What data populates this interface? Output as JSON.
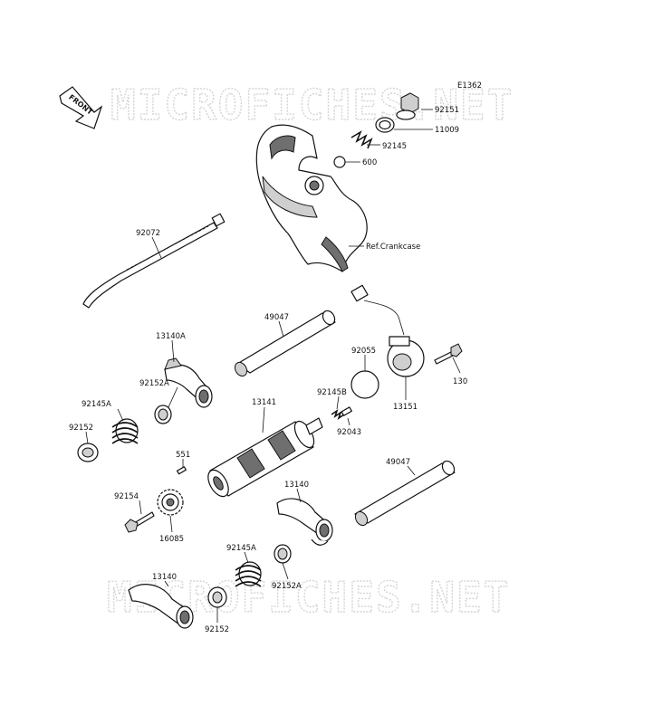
{
  "diagram": {
    "code": "E1362",
    "watermark": "MICROFICHES.NET",
    "front_label": "FRONT",
    "ref_label": "Ref.Crankcase",
    "parts": [
      {
        "id": "p92151",
        "label": "92151"
      },
      {
        "id": "p11009",
        "label": "11009"
      },
      {
        "id": "p92145",
        "label": "92145"
      },
      {
        "id": "p600",
        "label": "600"
      },
      {
        "id": "p92072",
        "label": "92072"
      },
      {
        "id": "p49047a",
        "label": "49047"
      },
      {
        "id": "p13140A",
        "label": "13140A"
      },
      {
        "id": "p92055",
        "label": "92055"
      },
      {
        "id": "p130",
        "label": "130"
      },
      {
        "id": "p92152Aa",
        "label": "92152A"
      },
      {
        "id": "p92145A_a",
        "label": "92145A"
      },
      {
        "id": "p13141",
        "label": "13141"
      },
      {
        "id": "p92145B",
        "label": "92145B"
      },
      {
        "id": "p13151",
        "label": "13151"
      },
      {
        "id": "p92152a",
        "label": "92152"
      },
      {
        "id": "p92043",
        "label": "92043"
      },
      {
        "id": "p551",
        "label": "551"
      },
      {
        "id": "p49047b",
        "label": "49047"
      },
      {
        "id": "p92154",
        "label": "92154"
      },
      {
        "id": "p13140a",
        "label": "13140"
      },
      {
        "id": "p16085",
        "label": "16085"
      },
      {
        "id": "p92145A_b",
        "label": "92145A"
      },
      {
        "id": "p13140b",
        "label": "13140"
      },
      {
        "id": "p92152Ab",
        "label": "92152A"
      },
      {
        "id": "p92152b",
        "label": "92152"
      }
    ]
  }
}
